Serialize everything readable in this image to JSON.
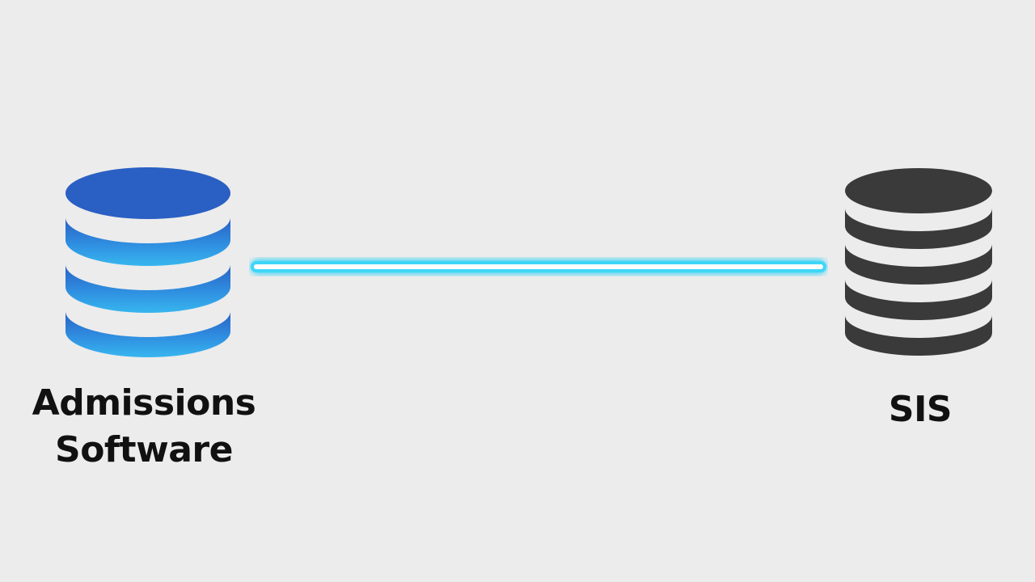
{
  "nodes": {
    "left": {
      "label_line1": "Admissions",
      "label_line2": "Software",
      "color_top": "#2a63c4",
      "color_bottom": "#35b1ec"
    },
    "right": {
      "label": "SIS",
      "color": "#3a3a3a"
    }
  },
  "connector": {
    "core_color": "#ffffff",
    "glow_color": "#35d2f6"
  },
  "background": "#ececec"
}
